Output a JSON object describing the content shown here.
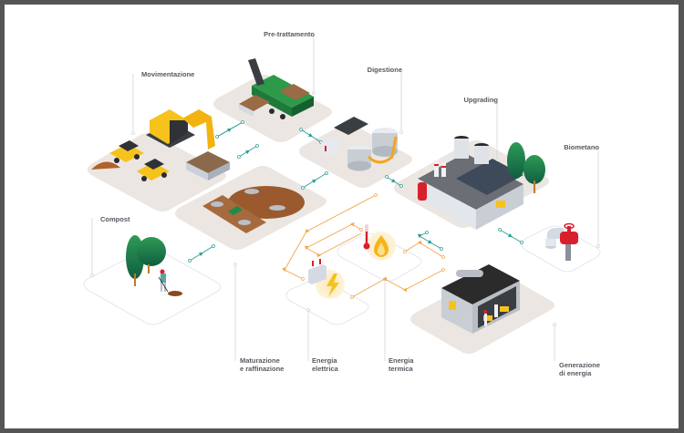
{
  "diagram": {
    "stages": {
      "pretreatment": "Pre-trattamento",
      "handling": "Movimentazione",
      "digestion": "Digestione",
      "upgrading": "Upgrading",
      "biomethane": "Biometano",
      "compost": "Compost",
      "maturation": "Maturazione\ne raffinazione",
      "electric_energy": "Energia\nelettrica",
      "thermal_energy": "Energia\ntermica",
      "energy_generation": "Generazione\ndi energia"
    },
    "flows": [
      {
        "from": "handling",
        "to": "pretreatment",
        "type": "material"
      },
      {
        "from": "pretreatment",
        "to": "digestion",
        "type": "material"
      },
      {
        "from": "pretreatment",
        "to": "maturation",
        "type": "material"
      },
      {
        "from": "digestion",
        "to": "maturation",
        "type": "material"
      },
      {
        "from": "digestion",
        "to": "upgrading",
        "type": "gas"
      },
      {
        "from": "upgrading",
        "to": "biomethane",
        "type": "gas"
      },
      {
        "from": "upgrading",
        "to": "energy_generation",
        "type": "gas"
      },
      {
        "from": "maturation",
        "to": "compost",
        "type": "material"
      },
      {
        "from": "energy_generation",
        "to": "electric_energy",
        "type": "energy"
      },
      {
        "from": "energy_generation",
        "to": "thermal_energy",
        "type": "energy"
      }
    ],
    "colors": {
      "frame": "#555555",
      "tile": "#ebe6e1",
      "material_flow": "#2a9d96",
      "energy_flow": "#f2a54a",
      "label_text": "#555a60",
      "leader_line": "#c8c8c8",
      "accent_yellow": "#f6c21c",
      "accent_green": "#1f8a4c",
      "accent_red": "#d8202c"
    }
  }
}
